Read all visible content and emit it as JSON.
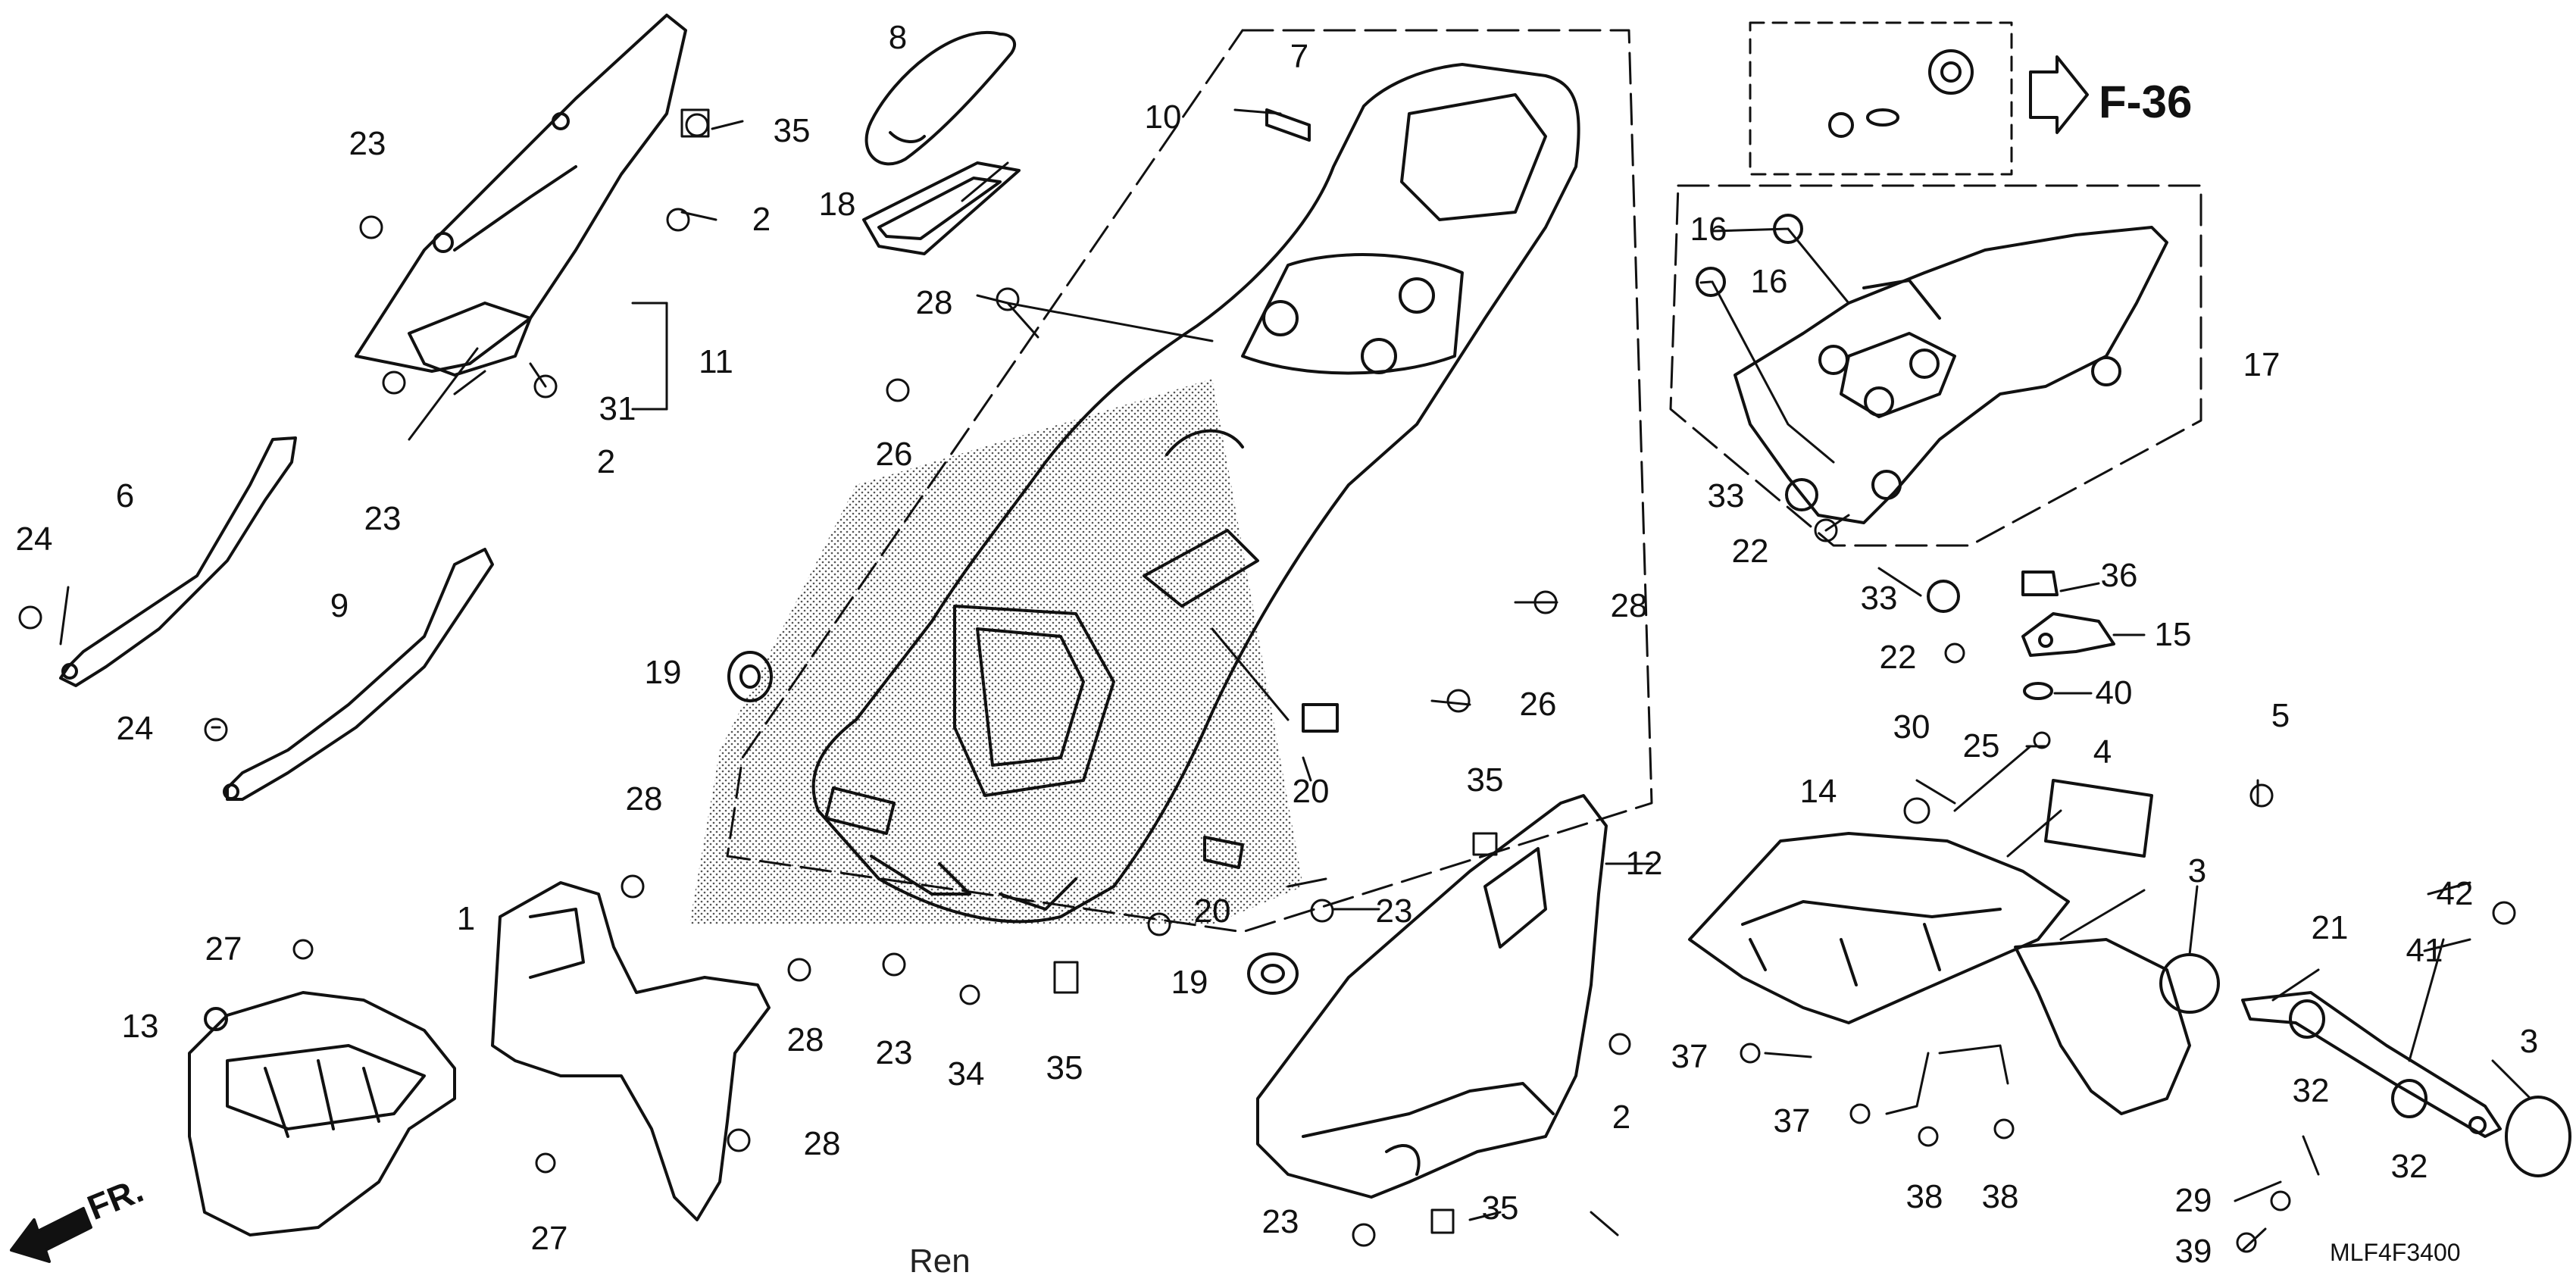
{
  "diagram": {
    "reference_label": "F-36",
    "front_label": "FR.",
    "watermark": "Ren",
    "drawing_code": "MLF4F3400"
  },
  "callouts": [
    {
      "id": "c8",
      "text": "8"
    },
    {
      "id": "c7",
      "text": "7"
    },
    {
      "id": "c10",
      "text": "10"
    },
    {
      "id": "c18",
      "text": "18"
    },
    {
      "id": "c28a",
      "text": "28"
    },
    {
      "id": "c26a",
      "text": "26"
    },
    {
      "id": "c23a",
      "text": "23"
    },
    {
      "id": "c35a",
      "text": "35"
    },
    {
      "id": "c2a",
      "text": "2"
    },
    {
      "id": "c11",
      "text": "11"
    },
    {
      "id": "c31",
      "text": "31"
    },
    {
      "id": "c2b",
      "text": "2"
    },
    {
      "id": "c23b",
      "text": "23"
    },
    {
      "id": "c6",
      "text": "6"
    },
    {
      "id": "c24a",
      "text": "24"
    },
    {
      "id": "c9",
      "text": "9"
    },
    {
      "id": "c24b",
      "text": "24"
    },
    {
      "id": "c19a",
      "text": "19"
    },
    {
      "id": "c28b",
      "text": "28"
    },
    {
      "id": "c26b",
      "text": "26"
    },
    {
      "id": "c20a",
      "text": "20"
    },
    {
      "id": "c20b",
      "text": "20"
    },
    {
      "id": "c23c",
      "text": "23"
    },
    {
      "id": "c28c",
      "text": "28"
    },
    {
      "id": "c1",
      "text": "1"
    },
    {
      "id": "c27a",
      "text": "27"
    },
    {
      "id": "c13",
      "text": "13"
    },
    {
      "id": "c28d",
      "text": "28"
    },
    {
      "id": "c28e",
      "text": "28"
    },
    {
      "id": "c27b",
      "text": "27"
    },
    {
      "id": "c23d",
      "text": "23"
    },
    {
      "id": "c34",
      "text": "34"
    },
    {
      "id": "c35b",
      "text": "35"
    },
    {
      "id": "c19b",
      "text": "19"
    },
    {
      "id": "c35c",
      "text": "35"
    },
    {
      "id": "c12",
      "text": "12"
    },
    {
      "id": "c2c",
      "text": "2"
    },
    {
      "id": "c23e",
      "text": "23"
    },
    {
      "id": "c35d",
      "text": "35"
    },
    {
      "id": "c16a",
      "text": "16"
    },
    {
      "id": "c16b",
      "text": "16"
    },
    {
      "id": "c17",
      "text": "17"
    },
    {
      "id": "c33a",
      "text": "33"
    },
    {
      "id": "c22a",
      "text": "22"
    },
    {
      "id": "c33b",
      "text": "33"
    },
    {
      "id": "c22b",
      "text": "22"
    },
    {
      "id": "c36",
      "text": "36"
    },
    {
      "id": "c15",
      "text": "15"
    },
    {
      "id": "c40",
      "text": "40"
    },
    {
      "id": "c30",
      "text": "30"
    },
    {
      "id": "c25",
      "text": "25"
    },
    {
      "id": "c4",
      "text": "4"
    },
    {
      "id": "c5",
      "text": "5"
    },
    {
      "id": "c14",
      "text": "14"
    },
    {
      "id": "c3a",
      "text": "3"
    },
    {
      "id": "c42",
      "text": "42"
    },
    {
      "id": "c41",
      "text": "41"
    },
    {
      "id": "c21",
      "text": "21"
    },
    {
      "id": "c3b",
      "text": "3"
    },
    {
      "id": "c32a",
      "text": "32"
    },
    {
      "id": "c32b",
      "text": "32"
    },
    {
      "id": "c37a",
      "text": "37"
    },
    {
      "id": "c37b",
      "text": "37"
    },
    {
      "id": "c38a",
      "text": "38"
    },
    {
      "id": "c38b",
      "text": "38"
    },
    {
      "id": "c29",
      "text": "29"
    },
    {
      "id": "c39",
      "text": "39"
    }
  ]
}
